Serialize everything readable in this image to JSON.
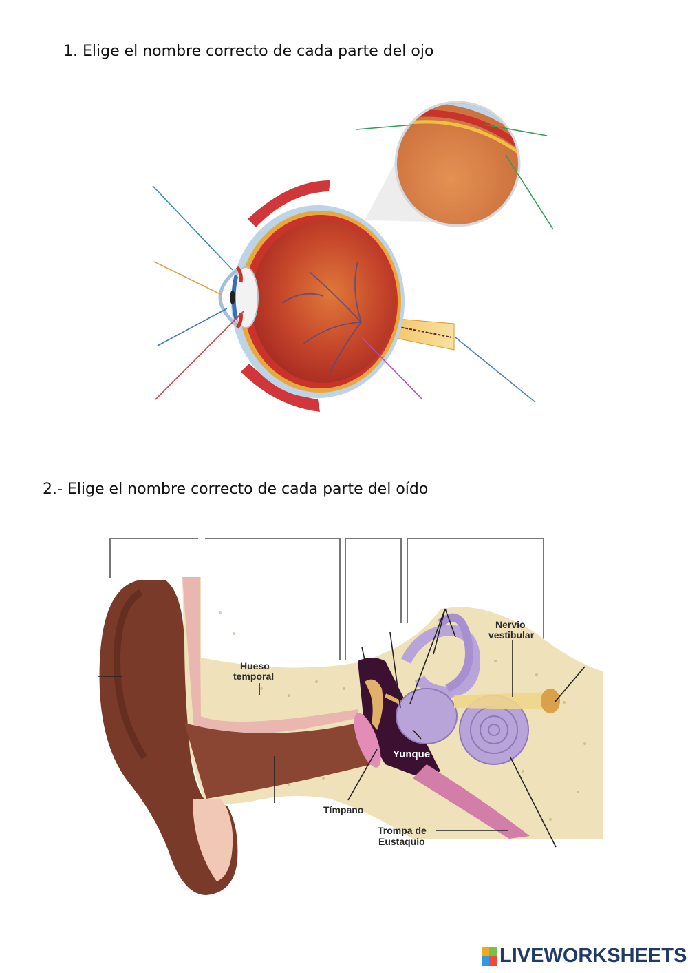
{
  "questions": {
    "q1": "1.  Elige el nombre correcto de cada parte del ojo",
    "q2": "2.- Elige el nombre correcto de cada parte del oído"
  },
  "ear_labels": {
    "hueso_line1": "Hueso",
    "hueso_line2": "temporal",
    "nervio_line1": "Nervio",
    "nervio_line2": "vestibular",
    "yunque": "Yunque",
    "timpano": "Tímpano",
    "trompa_line1": "Trompa de",
    "trompa_line2": "Eustaquio"
  },
  "footer": {
    "brand": "LIVEWORKSHEETS"
  },
  "colors": {
    "eye_red": "#c62f22",
    "eye_orange": "#e07a2c",
    "ear_skin": "#7a3a2a",
    "bone": "#efe1b9",
    "inner_ear": "#b9a4d9",
    "brand": "#1f3b67"
  }
}
